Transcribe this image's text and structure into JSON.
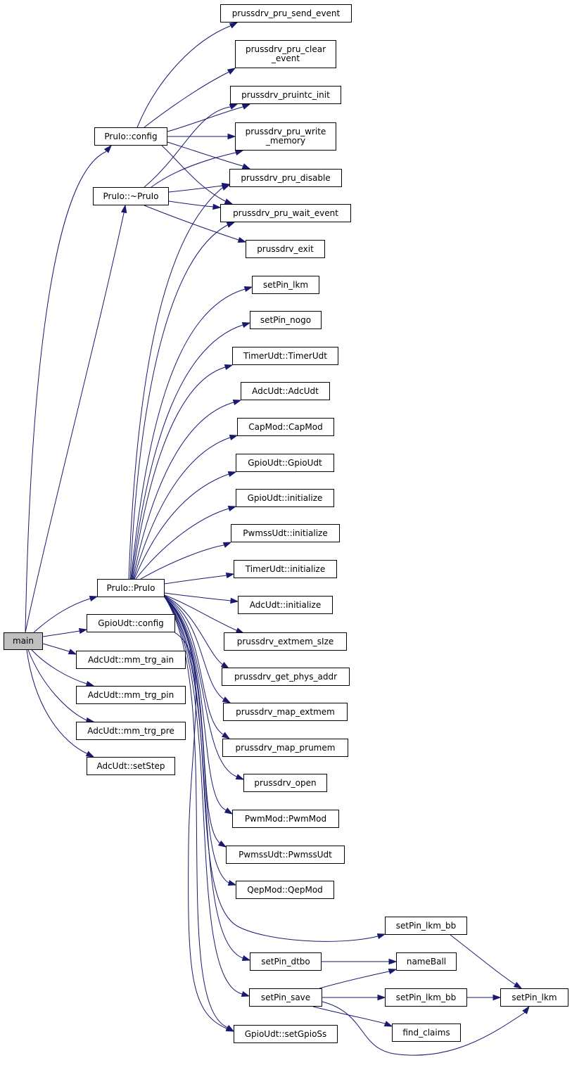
{
  "colors": {
    "edge": "#191970",
    "node_border": "#000000",
    "root_fill": "#bfbfbf",
    "node_fill": "#ffffff"
  },
  "nodes": {
    "main": "main",
    "pruio_config": "PruIo::config",
    "pruio_dtor": "PruIo::~PruIo",
    "pruio_ctor": "PruIo::PruIo",
    "gpioudt_config": "GpioUdt::config",
    "mm_trg_ain": "AdcUdt::mm_trg_ain",
    "mm_trg_pin": "AdcUdt::mm_trg_pin",
    "mm_trg_pre": "AdcUdt::mm_trg_pre",
    "setstep": "AdcUdt::setStep",
    "send_event": "prussdrv_pru_send_event",
    "clear_event": "prussdrv_pru_clear\n_event",
    "pruintc_init": "prussdrv_pruintc_init",
    "write_memory": "prussdrv_pru_write\n_memory",
    "pru_disable": "prussdrv_pru_disable",
    "wait_event": "prussdrv_pru_wait_event",
    "exit": "prussdrv_exit",
    "setpin_lkm_top": "setPin_lkm",
    "setpin_nogo": "setPin_nogo",
    "timerudt_ctor": "TimerUdt::TimerUdt",
    "adcudt_ctor": "AdcUdt::AdcUdt",
    "capmod_ctor": "CapMod::CapMod",
    "gpioudt_ctor": "GpioUdt::GpioUdt",
    "gpioudt_init": "GpioUdt::initialize",
    "pwmssudt_init": "PwmssUdt::initialize",
    "timerudt_init": "TimerUdt::initialize",
    "adcudt_init": "AdcUdt::initialize",
    "extmem_size": "prussdrv_extmem_sIze",
    "get_phys_addr": "prussdrv_get_phys_addr",
    "map_extmem": "prussdrv_map_extmem",
    "map_prumem": "prussdrv_map_prumem",
    "open": "prussdrv_open",
    "pwmmod_ctor": "PwmMod::PwmMod",
    "pwmssudt_ctor": "PwmssUdt::PwmssUdt",
    "qepmod_ctor": "QepMod::QepMod",
    "setpin_lkm_bb_a": "setPin_lkm_bb",
    "setpin_dtbo": "setPin_dtbo",
    "nameball": "nameBall",
    "setpin_save": "setPin_save",
    "setpin_lkm_bb_b": "setPin_lkm_bb",
    "setpin_lkm_right": "setPin_lkm",
    "find_claims": "find_claims",
    "setgpioss": "GpioUdt::setGpioSs"
  }
}
